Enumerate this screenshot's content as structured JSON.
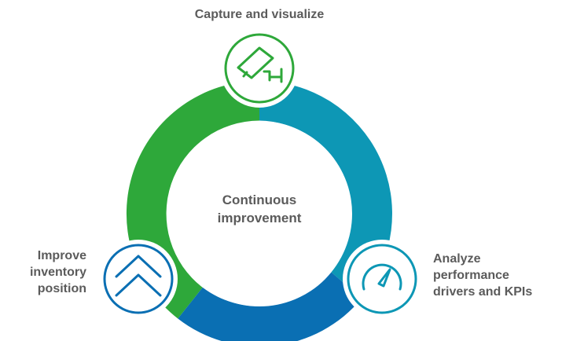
{
  "center": {
    "line1": "Continuous",
    "line2": "improvement"
  },
  "stages": {
    "top": {
      "label": "Capture and visualize",
      "icon": "camera-icon",
      "color": "#2ea83a"
    },
    "right": {
      "line1": "Analyze",
      "line2": "performance",
      "line3": "drivers and KPIs",
      "icon": "gauge-icon",
      "color": "#0d97b5"
    },
    "left": {
      "line1": "Improve",
      "line2": "inventory",
      "line3": "position",
      "icon": "double-chevron-up-icon",
      "color": "#0a6fb3"
    }
  },
  "colors": {
    "green": "#2ea83a",
    "teal": "#0d97b5",
    "blue": "#0a6fb3",
    "text": "#5b5b5b"
  }
}
